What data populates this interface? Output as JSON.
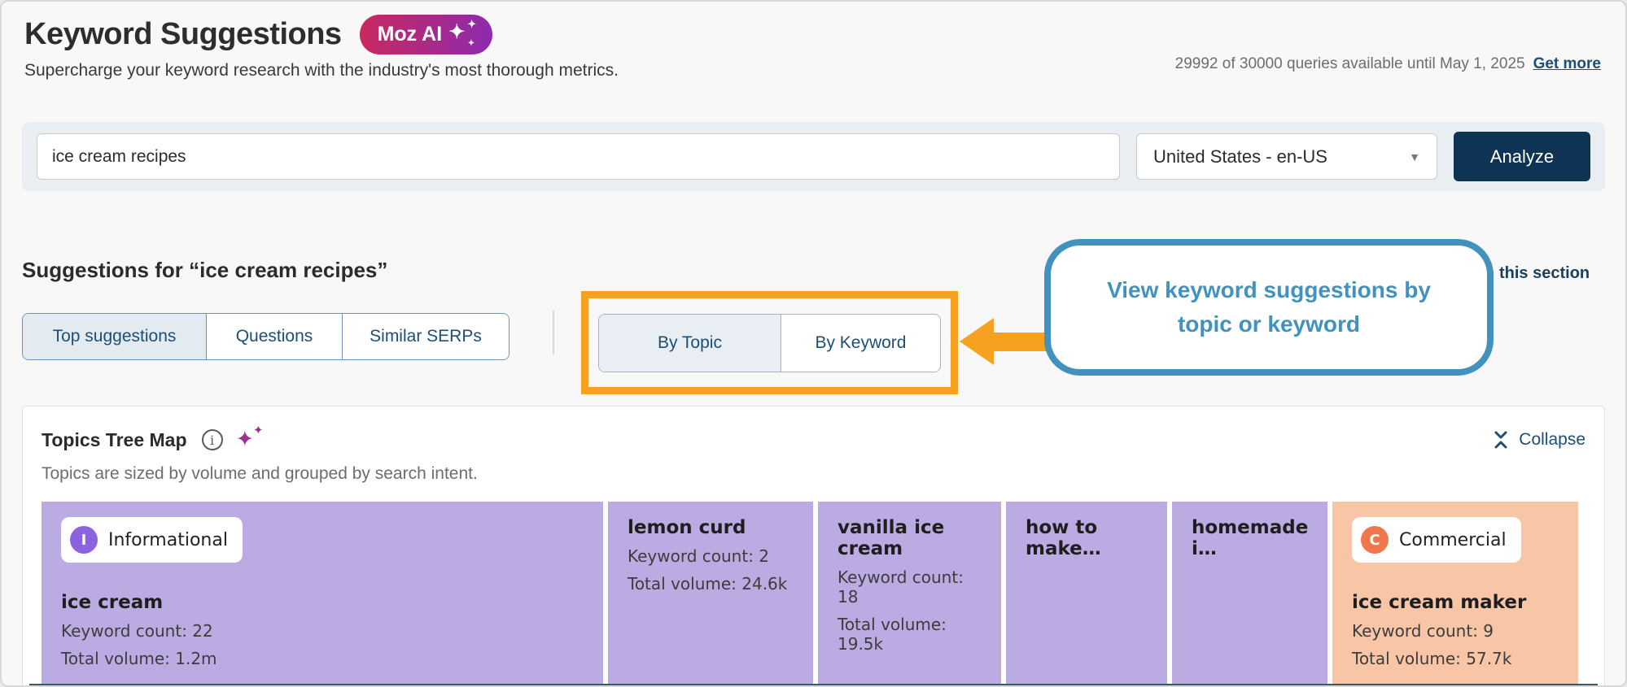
{
  "page": {
    "title": "Keyword Suggestions",
    "ai_badge_label": "Moz AI",
    "subtitle": "Supercharge your keyword research with the industry's most thorough metrics.",
    "quota_text": "29992 of 30000 queries available until May 1, 2025",
    "get_more_label": "Get more"
  },
  "search": {
    "query_value": "ice cream recipes",
    "locale_selected": "United States - en-US",
    "analyze_label": "Analyze"
  },
  "suggestions": {
    "heading": "Suggestions for “ice cream recipes”",
    "tabs": [
      {
        "label": "Top suggestions",
        "selected": true
      },
      {
        "label": "Questions",
        "selected": false
      },
      {
        "label": "Similar SERPs",
        "selected": false
      }
    ],
    "view_toggle": [
      {
        "label": "By Topic",
        "selected": true
      },
      {
        "label": "By Keyword",
        "selected": false
      }
    ],
    "callout_text": "View keyword suggestions by topic or keyword",
    "partial_link_text": "this section"
  },
  "treemap": {
    "title": "Topics Tree Map",
    "description": "Topics are sized by volume and grouped by search intent.",
    "collapse_label": "Collapse",
    "tiles": [
      {
        "intent": "Informational",
        "intent_initial": "I",
        "name": "ice cream",
        "keyword_count": "Keyword count: 22",
        "total_volume": "Total volume: 1.2m"
      },
      {
        "name": "lemon curd",
        "keyword_count": "Keyword count: 2",
        "total_volume": "Total volume: 24.6k"
      },
      {
        "name": "vanilla ice cream",
        "keyword_count": "Keyword count: 18",
        "total_volume": "Total volume: 19.5k"
      },
      {
        "name": "how to make…"
      },
      {
        "name": "homemade i…"
      },
      {
        "intent": "Commercial",
        "intent_initial": "C",
        "name": "ice cream maker",
        "keyword_count": "Keyword count: 9",
        "total_volume": "Total volume: 57.7k"
      }
    ]
  },
  "colors": {
    "annotation_orange": "#F6A11F",
    "callout_blue": "#4192BF",
    "link_navy": "#1D4E77",
    "analyze_navy": "#0F3354",
    "informational_tile": "#BCAAE3",
    "informational_badge": "#8A63E0",
    "commercial_tile": "#F8C5A6",
    "commercial_badge": "#F0764E",
    "moz_ai_gradient_start": "#C9295F",
    "moz_ai_gradient_end": "#8C2BAE"
  }
}
